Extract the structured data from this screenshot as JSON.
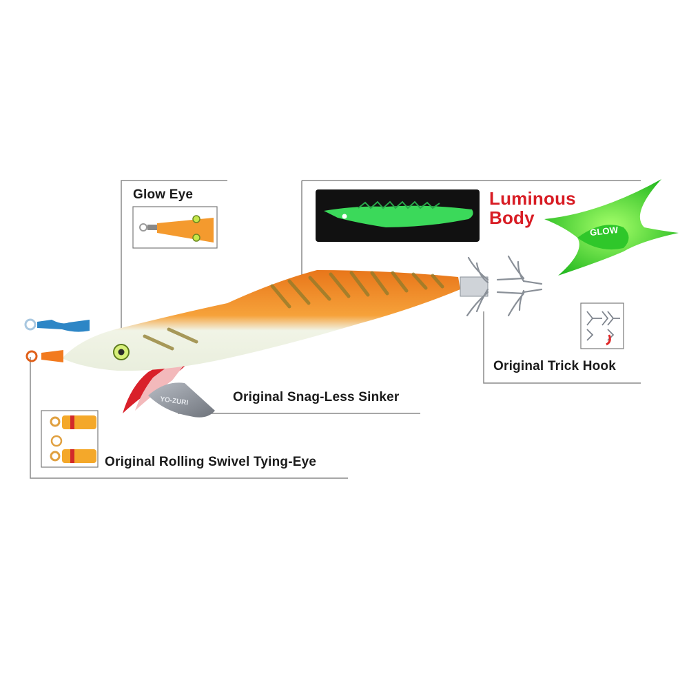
{
  "callouts": {
    "glow_eye": "Glow Eye",
    "luminous_body_line1": "Luminous",
    "luminous_body_line2": "Body",
    "glow_badge": "GLOW",
    "trick_hook": "Original Trick Hook",
    "snag_less_sinker": "Original Snag-Less Sinker",
    "rolling_swivel": "Original Rolling Swivel Tying-Eye"
  },
  "sinker_marking": "YO-ZURI",
  "colors": {
    "body_orange": "#f08a1c",
    "body_glow_white": "#eef4e4",
    "glow_green": "#39d12e",
    "accent_red": "#d81c24",
    "callout_line": "#8a8a8a"
  }
}
